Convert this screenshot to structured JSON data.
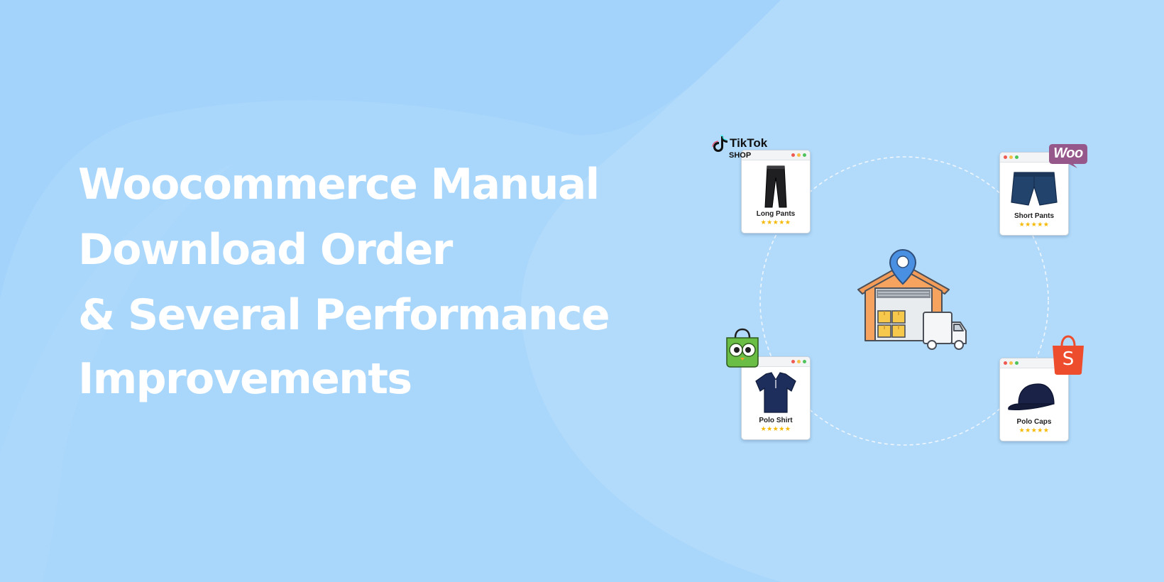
{
  "banner": {
    "headline": {
      "line1": "Woocommerce Manual",
      "line2": "Download Order",
      "line3": "& Several Performance",
      "line4": "Improvements"
    }
  },
  "colors": {
    "background": "#a9d6fb",
    "headline": "#ffffff",
    "warehouse_roof": "#f39c5a",
    "location_pin": "#4a90e2",
    "box": "#f6c84c",
    "woo_purple": "#96588a",
    "shopee_orange": "#ee4d2d",
    "tokopedia_green": "#6abd45",
    "star": "#f5b800"
  },
  "marketplaces": {
    "tiktok": {
      "name": "TikTok",
      "sub": "SHOP",
      "icon": "tiktok-note-icon"
    },
    "woocommerce": {
      "name": "Woo",
      "icon": "woocommerce-logo-icon"
    },
    "shopee": {
      "letter": "S",
      "icon": "shopee-bag-icon"
    },
    "tokopedia": {
      "icon": "tokopedia-owl-icon"
    }
  },
  "products": [
    {
      "name": "Long Pants",
      "stars": "★★★★★",
      "icon": "long-pants-icon",
      "rating": 5
    },
    {
      "name": "Short Pants",
      "stars": "★★★★★",
      "icon": "short-pants-icon",
      "rating": 5
    },
    {
      "name": "Polo Shirt",
      "stars": "★★★★★",
      "icon": "polo-shirt-icon",
      "rating": 5
    },
    {
      "name": "Polo Caps",
      "stars": "★★★★★",
      "icon": "polo-cap-icon",
      "rating": 5
    }
  ],
  "center": {
    "icon": "warehouse-icon",
    "pin_icon": "location-pin-icon",
    "truck_icon": "delivery-truck-icon"
  }
}
